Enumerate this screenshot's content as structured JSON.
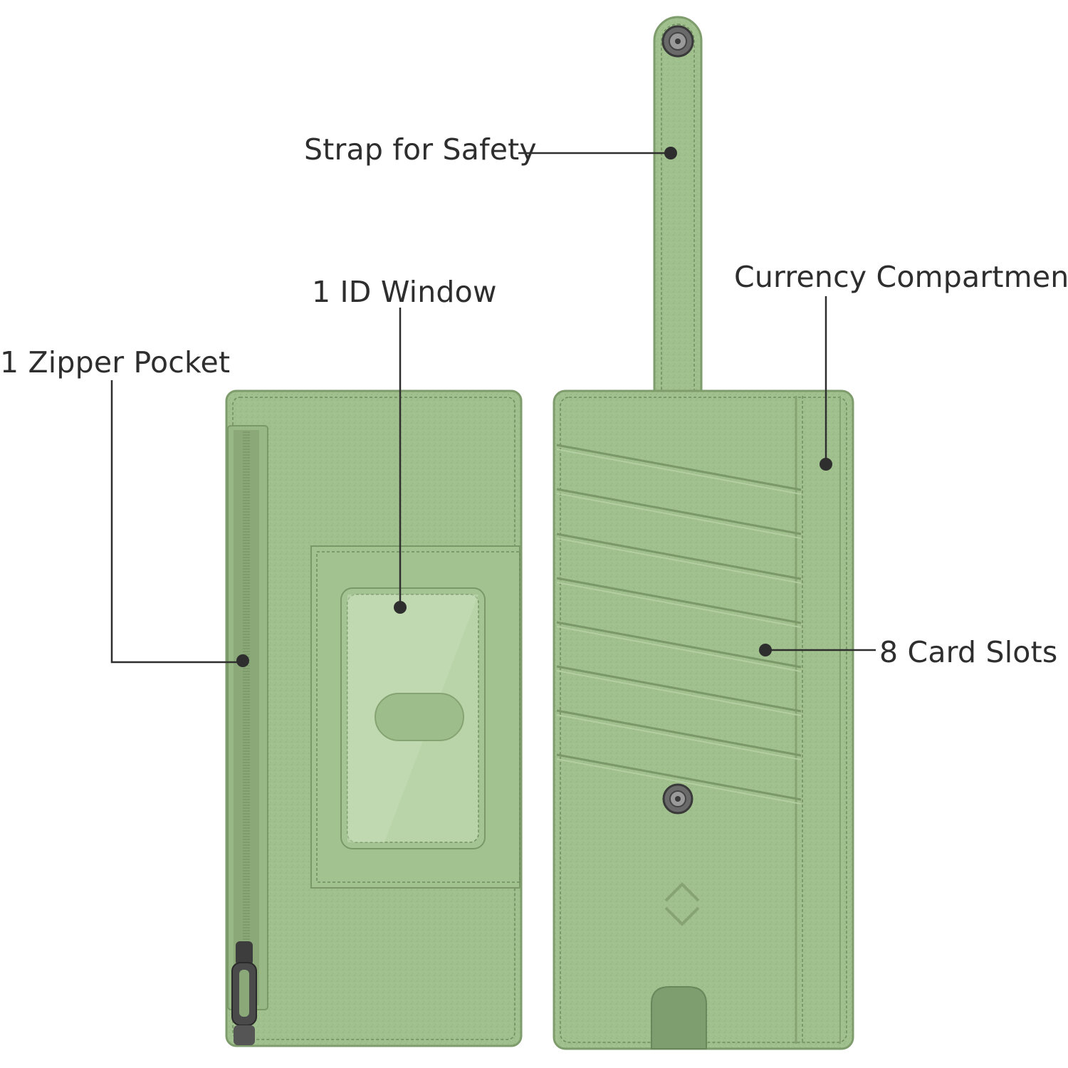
{
  "callouts": {
    "strap": "Strap for Safety",
    "id_window": "1 ID Window",
    "zipper_pocket": "1 Zipper Pocket",
    "currency": "Currency Compartment",
    "card_slots": "8 Card Slots"
  },
  "colors": {
    "leather": "#9fbf8c",
    "leather_light": "#a9c896",
    "leather_dark": "#8aa878",
    "stitch": "#6f8c5f",
    "line": "#2e2e2e",
    "metal": "#5a5a5a"
  },
  "icons": {
    "snap_button": "snap-button-icon",
    "brand_logo": "brand-logo-icon",
    "zipper_pull": "zipper-pull-icon"
  }
}
